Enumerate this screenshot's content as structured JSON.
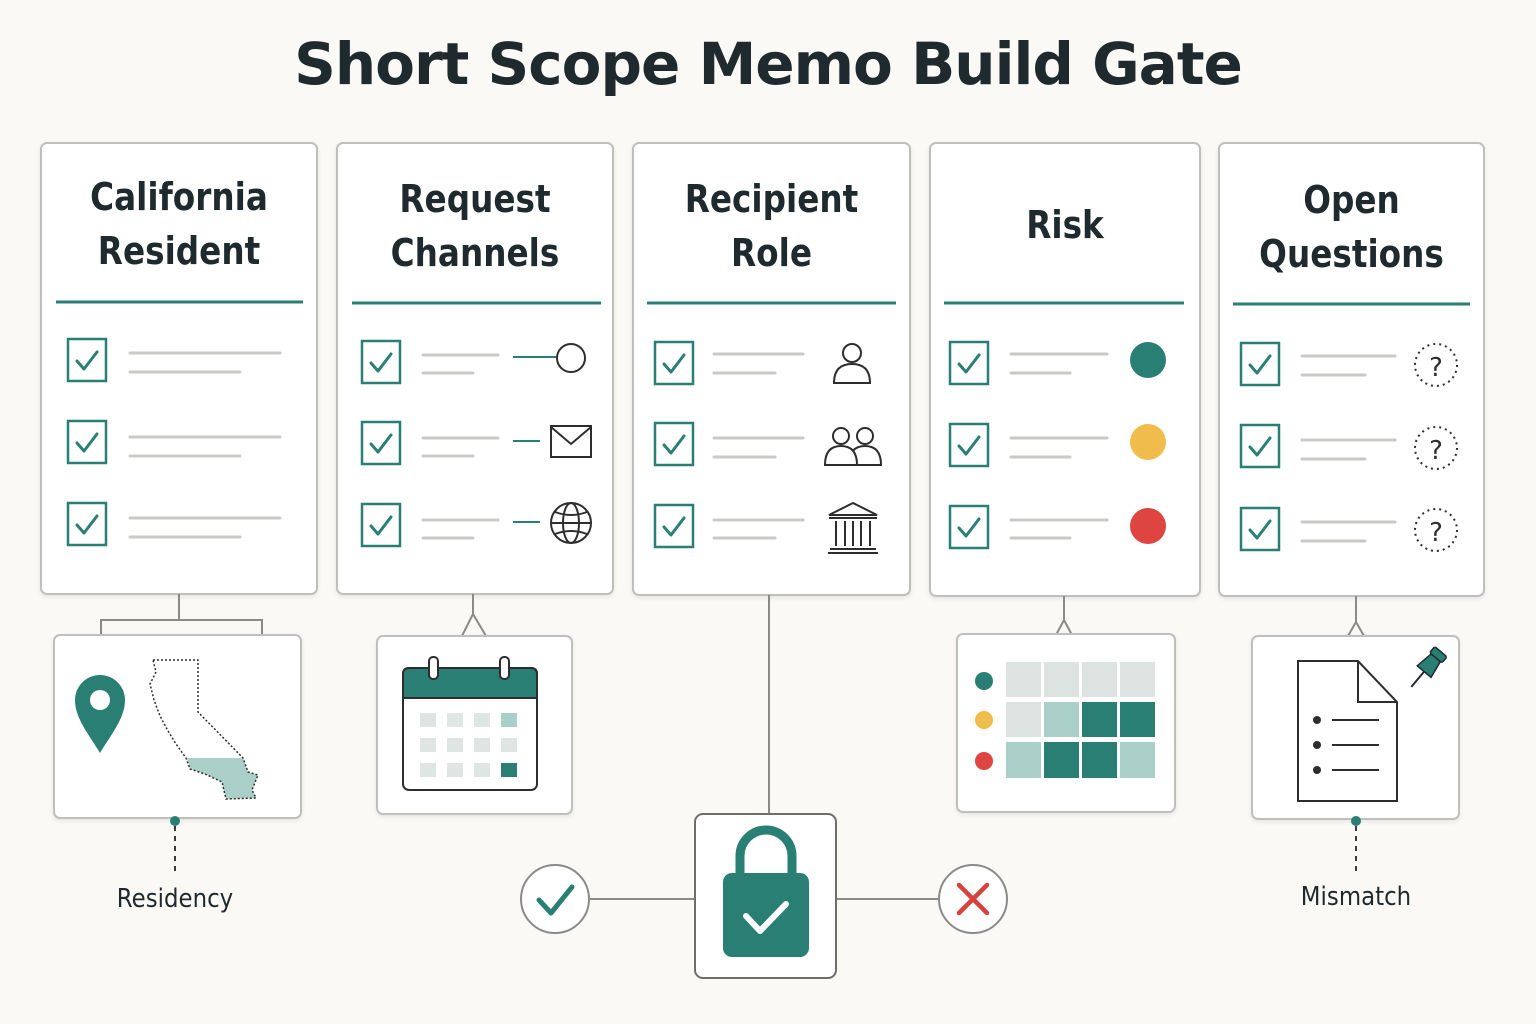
{
  "title": "Short Scope Memo Build Gate",
  "columns": [
    {
      "title_line1": "California",
      "title_line2": "Resident"
    },
    {
      "title_line1": "Request",
      "title_line2": "Channels"
    },
    {
      "title_line1": "Recipient",
      "title_line2": "Role"
    },
    {
      "title_line1": "Risk",
      "title_line2": ""
    },
    {
      "title_line1": "Open",
      "title_line2": "Questions"
    }
  ],
  "captions": {
    "residency": "Residency",
    "mismatch": "Mismatch"
  },
  "gate": {
    "pass_icon": "check-circle-icon",
    "fail_icon": "x-circle-icon",
    "lock_icon": "padlock-check-icon"
  },
  "colors": {
    "accent": "#2a7f74",
    "accent_light": "#a9cfc8",
    "risk_high": "#2a7f74",
    "risk_medium": "#f0bc4c",
    "risk_low": "#de4540",
    "fail": "#d8413c"
  }
}
